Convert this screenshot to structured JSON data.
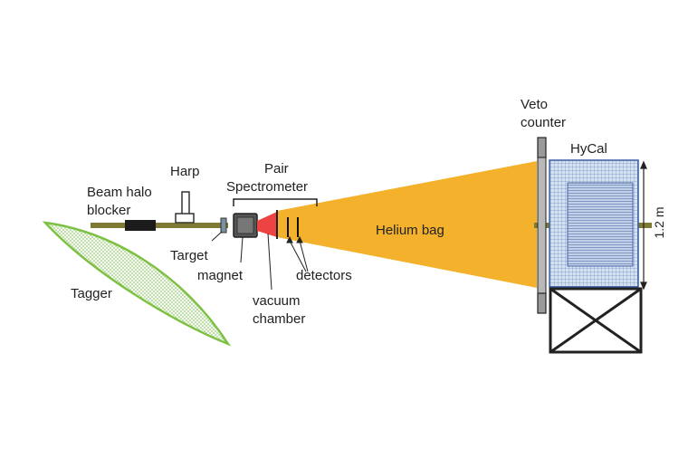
{
  "labels": {
    "veto_line1": "Veto",
    "veto_line2": "counter",
    "hycal": "HyCal",
    "dimension": "1.2 m",
    "harp": "Harp",
    "pair_line1": "Pair",
    "pair_line2": "Spectrometer",
    "beam_halo_line1": "Beam halo",
    "beam_halo_line2": "blocker",
    "helium_bag": "Helium bag",
    "target": "Target",
    "magnet": "magnet",
    "detectors": "detectors",
    "tagger": "Tagger",
    "vacuum_line1": "vacuum",
    "vacuum_line2": "chamber"
  },
  "colors": {
    "beamline": "#7e7a33",
    "helium_bag": "#f4b12b",
    "vacuum_chamber": "#ee4343",
    "tagger_fill": "#e8f3e0",
    "tagger_stroke": "#7cc142",
    "hycal_fill": "#c8d8ec",
    "hycal_grid": "#3a5aa0",
    "veto": "#9a9a9a",
    "stand": "#222222"
  }
}
